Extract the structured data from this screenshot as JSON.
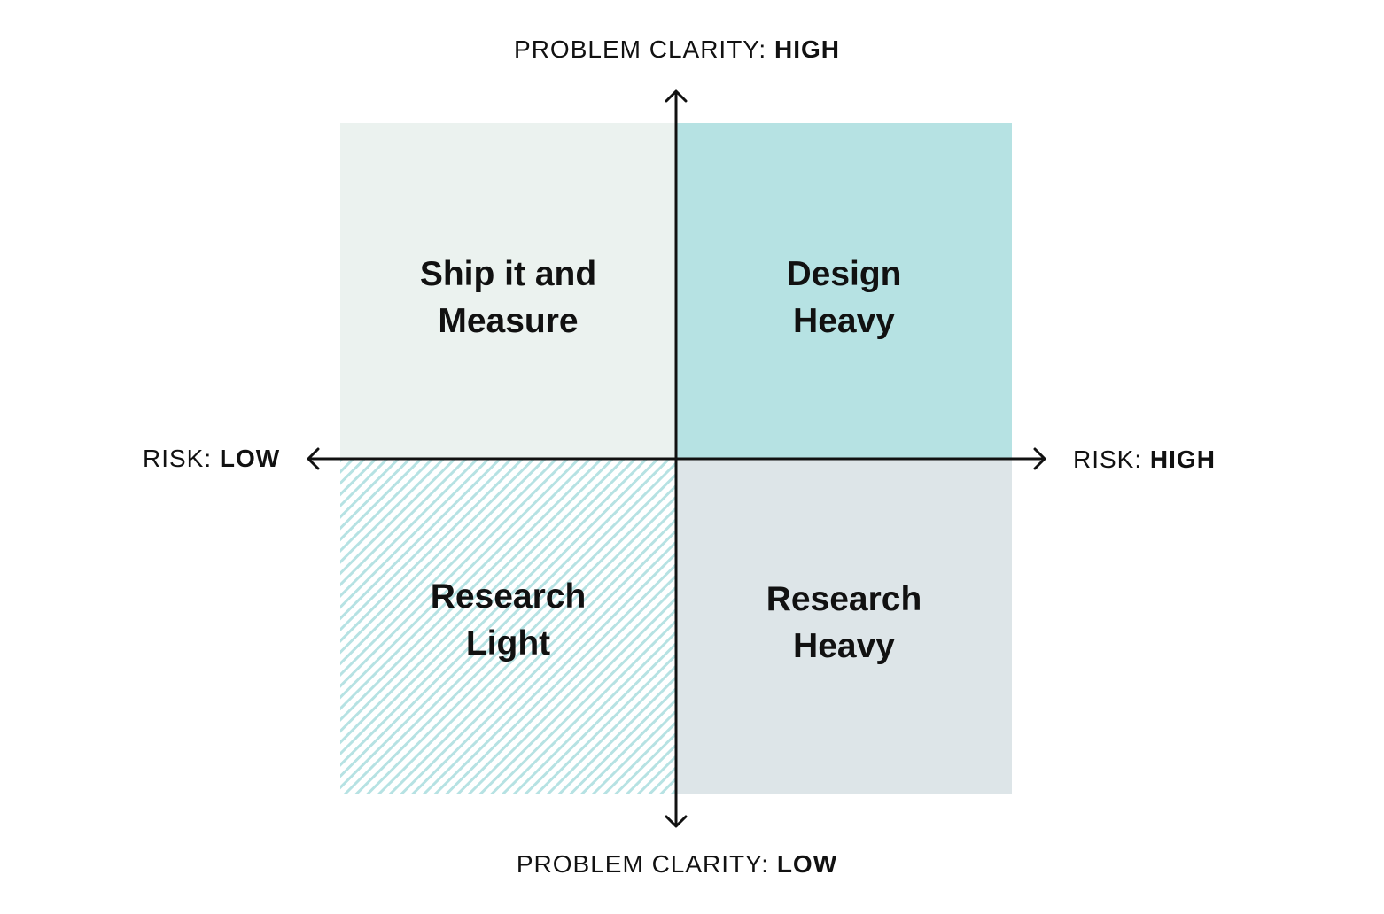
{
  "quadrants": {
    "top_left": {
      "line1": "Ship it and",
      "line2": "Measure",
      "color": "#ebf2ef"
    },
    "top_right": {
      "line1": "Design",
      "line2": "Heavy",
      "color": "#b6e2e3"
    },
    "bottom_left": {
      "line1": "Research",
      "line2": "Light",
      "stripe_color": "#b6e2e3",
      "fill": "hatched"
    },
    "bottom_right": {
      "line1": "Research",
      "line2": "Heavy",
      "color": "#dde5e8"
    }
  },
  "axes": {
    "top": {
      "prefix": "PROBLEM CLARITY: ",
      "value": "HIGH"
    },
    "bottom": {
      "prefix": "PROBLEM CLARITY: ",
      "value": "LOW"
    },
    "left": {
      "prefix": "RISK: ",
      "value": "LOW"
    },
    "right": {
      "prefix": "RISK: ",
      "value": "HIGH"
    },
    "line_color": "#111111"
  }
}
